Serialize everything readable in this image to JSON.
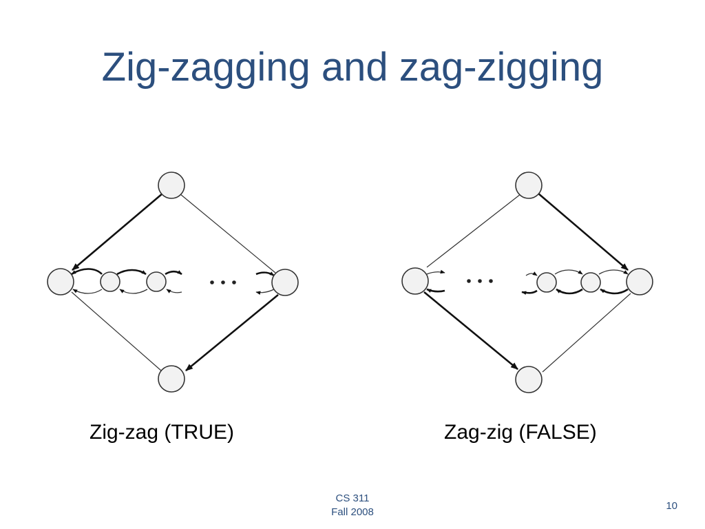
{
  "slide": {
    "title": "Zig-zagging and zag-zigging",
    "footer_course": "CS 311",
    "footer_term": "Fall 2008",
    "page_number": "10"
  },
  "diagrams": {
    "left_caption": "Zig-zag (TRUE)",
    "right_caption": "Zag-zig (FALSE)",
    "ellipsis": "..."
  }
}
